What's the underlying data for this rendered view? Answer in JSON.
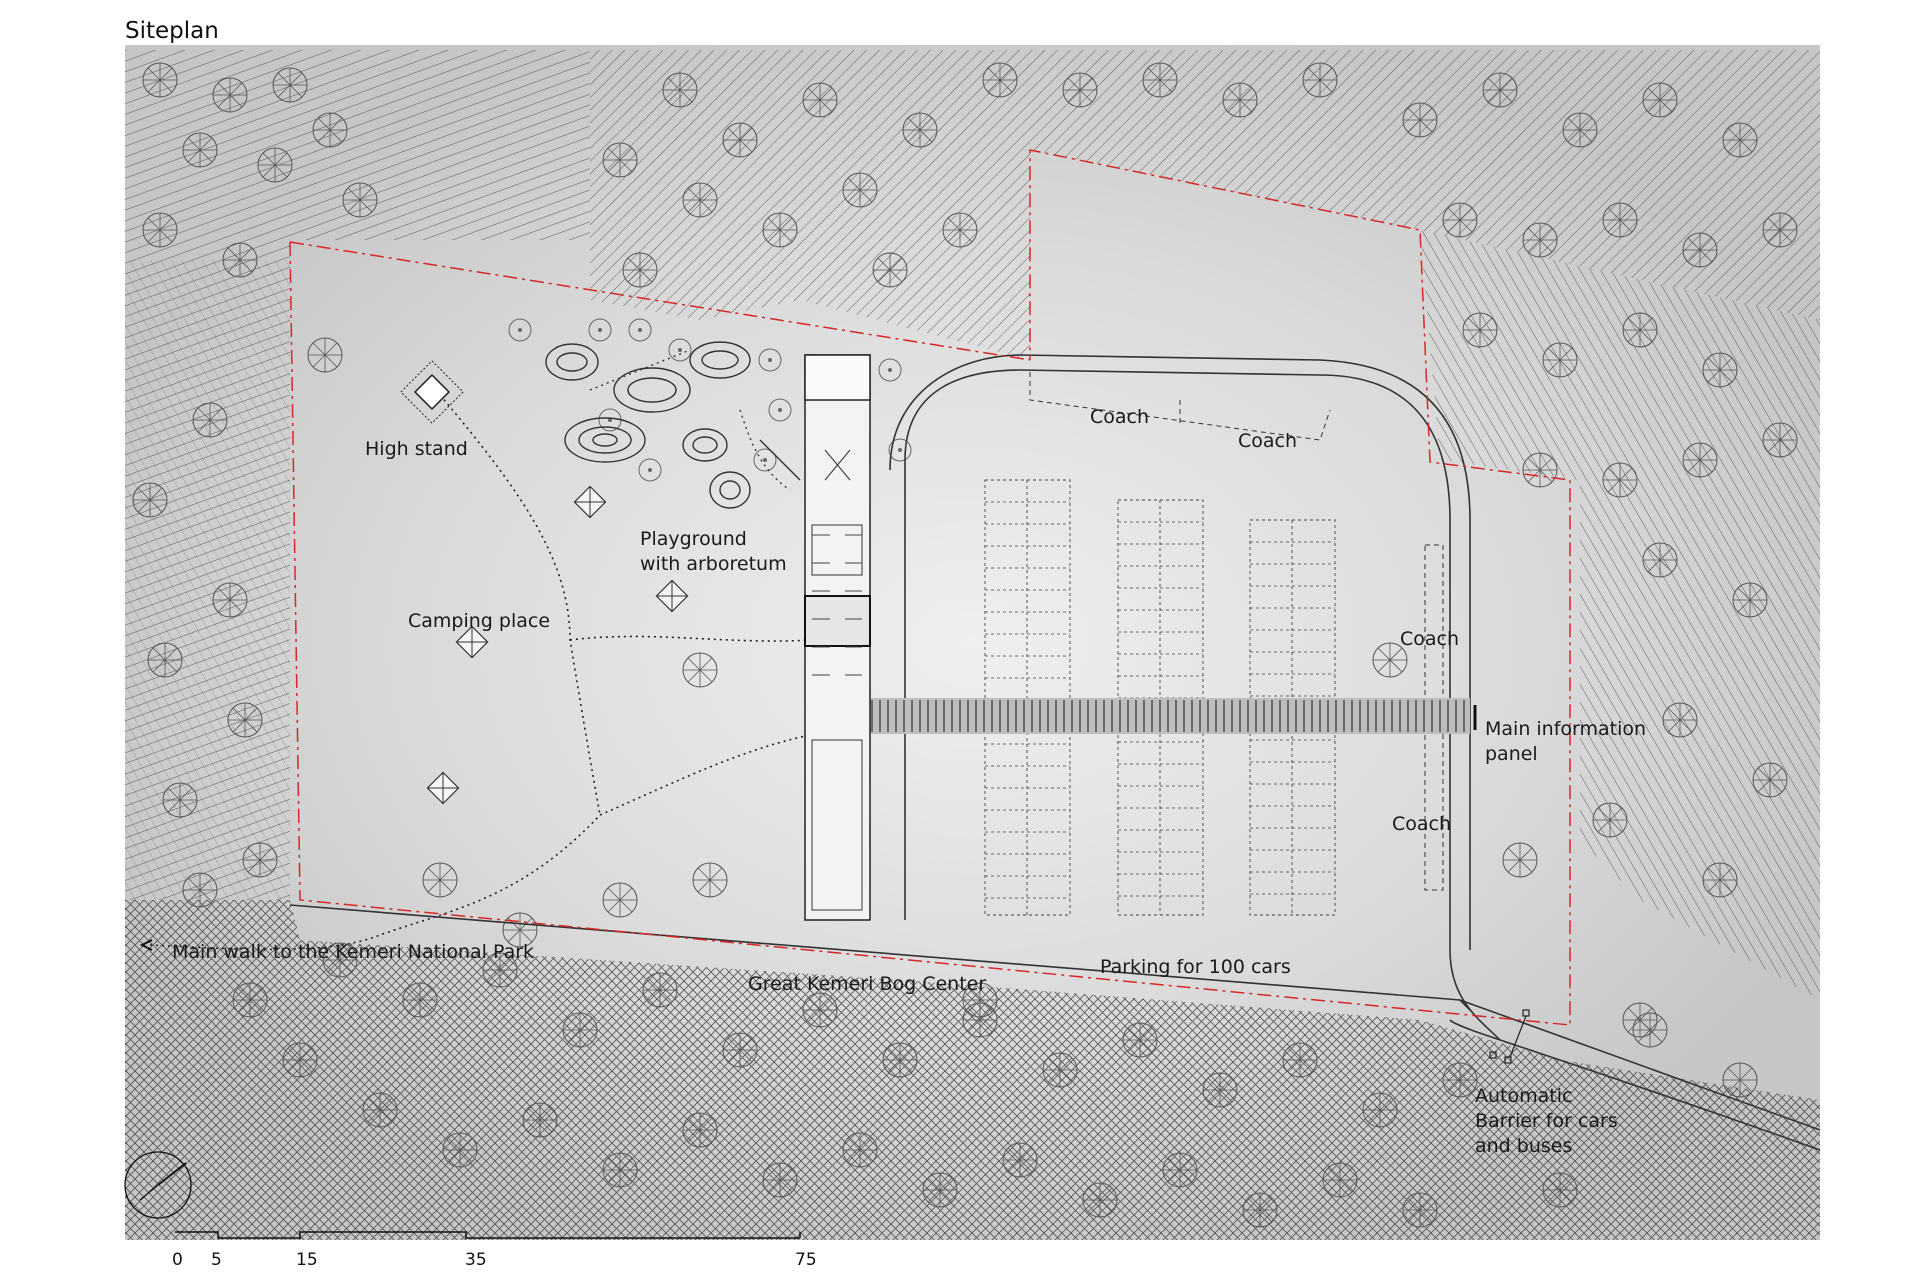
{
  "title": "Siteplan",
  "labels": {
    "high_stand": "High stand",
    "playground_1": "Playground",
    "playground_2": "with arboretum",
    "camping": "Camping place",
    "coach_top_1": "Coach",
    "coach_top_2": "Coach",
    "coach_right_1": "Coach",
    "coach_right_2": "Coach",
    "info_1": "Main information",
    "info_2": "panel",
    "main_walk": "Main walk to the Kemeri National Park",
    "parking": "Parking for 100 cars",
    "bog_center": "Great Kemeri Bog Center",
    "barrier_1": "Automatic",
    "barrier_2": "Barrier for cars",
    "barrier_3": "and buses"
  },
  "scale_bar": {
    "ticks": [
      "0",
      "5",
      "15",
      "35",
      "75"
    ]
  },
  "colors": {
    "site_boundary": "#d62828",
    "ground": "#d8d8d8",
    "forest_hatch": "#4a4a4a",
    "building": "#f2f2f2"
  },
  "icons": {
    "north_arrow": "north-arrow-icon"
  }
}
